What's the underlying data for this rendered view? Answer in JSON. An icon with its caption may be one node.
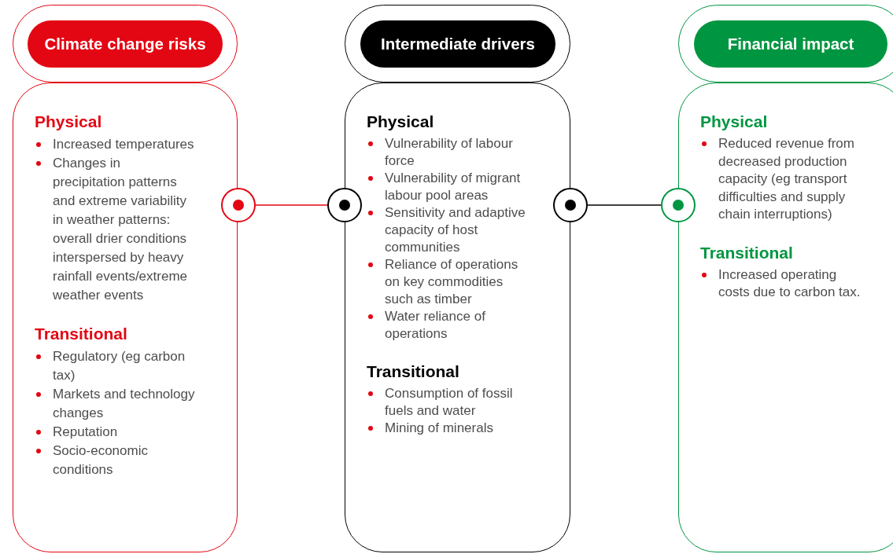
{
  "diagram": {
    "nodes": [
      {
        "text": [
          "Climate change risks"
        ]
      },
      {
        "text": [
          "Physical",
          "Increased temperatures",
          "Changes in precipitation patterns and extreme variability in weather patterns: overall drier conditions interspersed by heavy rainfall events/extreme weather events",
          "Transitional",
          "Regulatory (eg carbon tax)",
          "Markets and technology changes",
          "Reputation",
          "Socio-economic conditions"
        ]
      },
      {
        "text": [
          "Intermediate drivers"
        ]
      },
      {
        "text": [
          "Physical",
          "Vulnerability of labour force",
          "Vulnerability of migrant labour pool areas",
          "Sensitivity and adaptive capacity of host communities",
          "Reliance of operations on key commodities such as timber",
          "Water reliance of operations",
          "Transitional",
          "Consumption of fossil fuels and water",
          "Mining of minerals"
        ]
      },
      {
        "text": [
          "Financial impact"
        ]
      },
      {
        "text": [
          "Physical",
          "Reduced revenue from decreased production capacity (eg transport difficulties and supply chain interruptions)",
          "Transitional",
          "Increased operating costs due to carbon tax."
        ]
      },
      {
        "text": [],
        "shape": "circle"
      },
      {
        "text": [],
        "shape": "circle"
      },
      {
        "text": [],
        "shape": "circle"
      },
      {
        "text": [],
        "shape": "circle"
      }
    ],
    "edges": [
      {
        "from": 6,
        "to": 7,
        "arrow": "none",
        "color": "#e30613"
      },
      {
        "from": 8,
        "to": 9,
        "arrow": "none",
        "color": "#000000"
      }
    ]
  }
}
